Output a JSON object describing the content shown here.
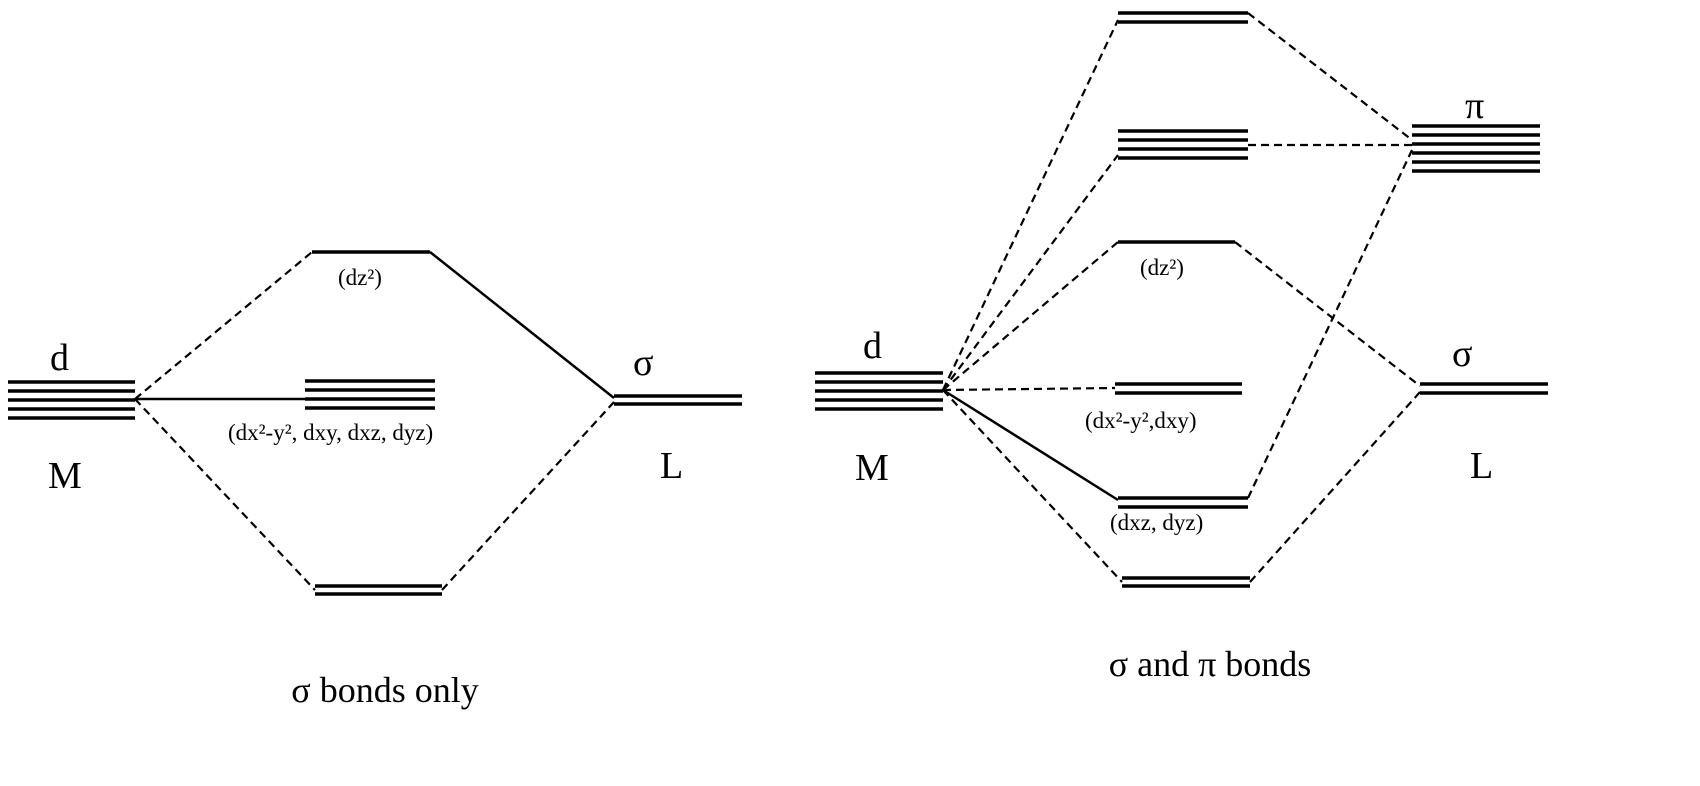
{
  "left_diagram": {
    "title": "σ bonds only",
    "metal_orbital_label": "d",
    "metal_label": "M",
    "ligand_orbital_label": "σ",
    "ligand_label": "L",
    "upper_level_label": "(dz²)",
    "nonbonding_level_label": "(dx²-y², dxy, dxz, dyz)"
  },
  "right_diagram": {
    "title": "σ and π bonds",
    "metal_orbital_label": "d",
    "metal_label": "M",
    "ligand_sigma_label": "σ",
    "ligand_pi_label": "π",
    "ligand_label": "L",
    "dz2_level_label": "(dz²)",
    "nonbonding_level_label": "(dx²-y²,dxy)",
    "pi_level_label": "(dxz, dyz)"
  }
}
